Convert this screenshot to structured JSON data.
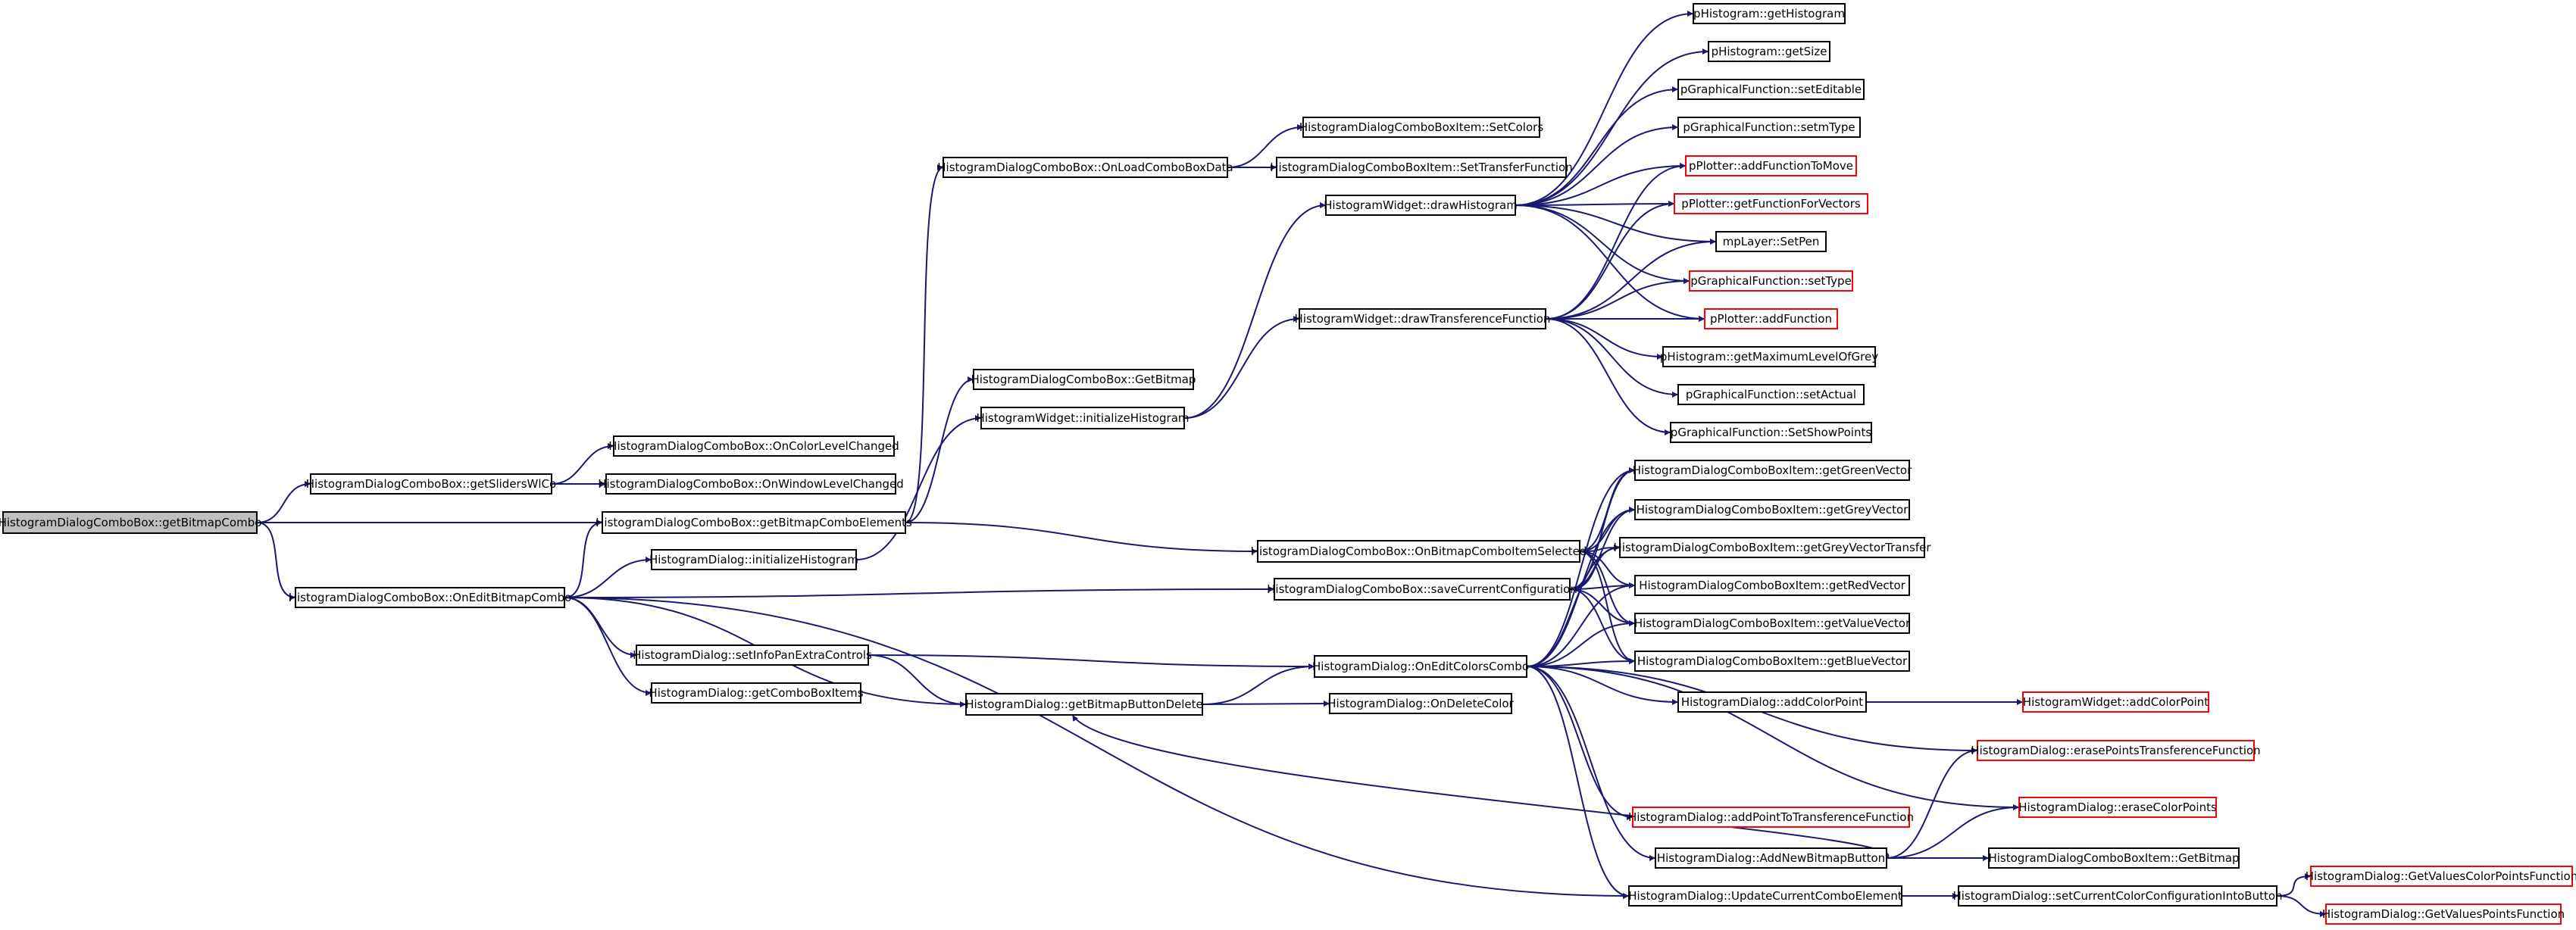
{
  "colors": {
    "edge": "#191970",
    "node_border": "#000000",
    "truncated_border": "#ff0000",
    "root_fill": "#bfbfbf"
  },
  "nodes": [
    {
      "id": "root",
      "label": "HistogramDialogComboBox::getBitmapCombo",
      "style": "root"
    },
    {
      "id": "slidersWlCo",
      "label": "HistogramDialogComboBox::getSlidersWlCo"
    },
    {
      "id": "onEditBitmapCombo",
      "label": "HistogramDialogComboBox::OnEditBitmapCombo"
    },
    {
      "id": "onColorLevelChanged",
      "label": "HistogramDialogComboBox::OnColorLevelChanged"
    },
    {
      "id": "onWindowLevelChanged",
      "label": "HistogramDialogComboBox::OnWindowLevelChanged"
    },
    {
      "id": "getBitmapComboElements",
      "label": "HistogramDialogComboBox::getBitmapComboElements"
    },
    {
      "id": "initializeHistogram",
      "label": "HistogramDialog::initializeHistogram"
    },
    {
      "id": "setInfoPanExtraControls",
      "label": "HistogramDialog::setInfoPanExtraControls"
    },
    {
      "id": "getComboBoxItems",
      "label": "HistogramDialog::getComboBoxItems"
    },
    {
      "id": "onLoadComboBoxData",
      "label": "HistogramDialogComboBox::OnLoadComboBoxData"
    },
    {
      "id": "cbGetBitmap",
      "label": "HistogramDialogComboBox::GetBitmap"
    },
    {
      "id": "hwInitializeHistogram",
      "label": "HistogramWidget::initializeHistogram"
    },
    {
      "id": "getBitmapButtonDelete",
      "label": "HistogramDialog::getBitmapButtonDelete"
    },
    {
      "id": "setColors",
      "label": "HistogramDialogComboBoxItem::SetColors"
    },
    {
      "id": "setTransferFunction",
      "label": "HistogramDialogComboBoxItem::SetTransferFunction"
    },
    {
      "id": "drawHistogram",
      "label": "HistogramWidget::drawHistogram"
    },
    {
      "id": "drawTransferenceFunction",
      "label": "HistogramWidget::drawTransferenceFunction"
    },
    {
      "id": "onBitmapComboItemSelected",
      "label": "HistogramDialogComboBox::OnBitmapComboItemSelected"
    },
    {
      "id": "saveCurrentConfiguration",
      "label": "HistogramDialogComboBox::saveCurrentConfiguration"
    },
    {
      "id": "onEditColorsCombo",
      "label": "HistogramDialog::OnEditColorsCombo"
    },
    {
      "id": "onDeleteColor",
      "label": "HistogramDialog::OnDeleteColor"
    },
    {
      "id": "getHistogram",
      "label": "pHistogram::getHistogram"
    },
    {
      "id": "getSize",
      "label": "pHistogram::getSize"
    },
    {
      "id": "setEditable",
      "label": "pGraphicalFunction::setEditable"
    },
    {
      "id": "setmType",
      "label": "pGraphicalFunction::setmType"
    },
    {
      "id": "addFunctionToMove",
      "label": "pPlotter::addFunctionToMove",
      "style": "red"
    },
    {
      "id": "getFunctionForVectors",
      "label": "pPlotter::getFunctionForVectors",
      "style": "red"
    },
    {
      "id": "setPen",
      "label": "mpLayer::SetPen"
    },
    {
      "id": "setType",
      "label": "pGraphicalFunction::setType",
      "style": "red"
    },
    {
      "id": "addFunction",
      "label": "pPlotter::addFunction",
      "style": "red"
    },
    {
      "id": "getMaximumLevelOfGrey",
      "label": "pHistogram::getMaximumLevelOfGrey"
    },
    {
      "id": "setActual",
      "label": "pGraphicalFunction::setActual"
    },
    {
      "id": "setShowPoints",
      "label": "pGraphicalFunction::SetShowPoints"
    },
    {
      "id": "getGreenVector",
      "label": "HistogramDialogComboBoxItem::getGreenVector"
    },
    {
      "id": "getGreyVector",
      "label": "HistogramDialogComboBoxItem::getGreyVector"
    },
    {
      "id": "getGreyVectorTransfer",
      "label": "HistogramDialogComboBoxItem::getGreyVectorTransfer"
    },
    {
      "id": "getRedVector",
      "label": "HistogramDialogComboBoxItem::getRedVector"
    },
    {
      "id": "getValueVector",
      "label": "HistogramDialogComboBoxItem::getValueVector"
    },
    {
      "id": "getBlueVector",
      "label": "HistogramDialogComboBoxItem::getBlueVector"
    },
    {
      "id": "addColorPoint",
      "label": "HistogramDialog::addColorPoint"
    },
    {
      "id": "hwAddColorPoint",
      "label": "HistogramWidget::addColorPoint",
      "style": "red"
    },
    {
      "id": "erasePointsTransferenceFunction",
      "label": "HistogramDialog::erasePointsTransferenceFunction",
      "style": "red"
    },
    {
      "id": "eraseColorPoints",
      "label": "HistogramDialog::eraseColorPoints",
      "style": "red"
    },
    {
      "id": "addPointToTransferenceFunction",
      "label": "HistogramDialog::addPointToTransferenceFunction",
      "style": "red"
    },
    {
      "id": "addNewBitmapButton",
      "label": "HistogramDialog::AddNewBitmapButton"
    },
    {
      "id": "itemGetBitmap",
      "label": "HistogramDialogComboBoxItem::GetBitmap"
    },
    {
      "id": "updateCurrentComboElement",
      "label": "HistogramDialog::UpdateCurrentComboElement"
    },
    {
      "id": "setCurrentColorConfigurationIntoButton",
      "label": "HistogramDialog::setCurrentColorConfigurationIntoButton"
    },
    {
      "id": "getValuesColorPointsFunction",
      "label": "HistogramDialog::GetValuesColorPointsFunction",
      "style": "red"
    },
    {
      "id": "getValuesPointsFunction",
      "label": "HistogramDialog::GetValuesPointsFunction",
      "style": "red"
    }
  ],
  "edges": [
    [
      "root",
      "slidersWlCo"
    ],
    [
      "root",
      "getBitmapComboElements"
    ],
    [
      "root",
      "onEditBitmapCombo"
    ],
    [
      "slidersWlCo",
      "onColorLevelChanged"
    ],
    [
      "slidersWlCo",
      "onWindowLevelChanged"
    ],
    [
      "getBitmapComboElements",
      "onLoadComboBoxData"
    ],
    [
      "getBitmapComboElements",
      "cbGetBitmap"
    ],
    [
      "getBitmapComboElements",
      "onBitmapComboItemSelected"
    ],
    [
      "onEditBitmapCombo",
      "getBitmapComboElements"
    ],
    [
      "onEditBitmapCombo",
      "initializeHistogram"
    ],
    [
      "onEditBitmapCombo",
      "setInfoPanExtraControls"
    ],
    [
      "onEditBitmapCombo",
      "getComboBoxItems"
    ],
    [
      "onEditBitmapCombo",
      "saveCurrentConfiguration"
    ],
    [
      "onEditBitmapCombo",
      "getBitmapButtonDelete"
    ],
    [
      "onEditBitmapCombo",
      "updateCurrentComboElement"
    ],
    [
      "initializeHistogram",
      "hwInitializeHistogram"
    ],
    [
      "setInfoPanExtraControls",
      "getBitmapButtonDelete"
    ],
    [
      "setInfoPanExtraControls",
      "onEditColorsCombo"
    ],
    [
      "onLoadComboBoxData",
      "setColors"
    ],
    [
      "onLoadComboBoxData",
      "setTransferFunction"
    ],
    [
      "hwInitializeHistogram",
      "drawHistogram"
    ],
    [
      "hwInitializeHistogram",
      "drawTransferenceFunction"
    ],
    [
      "getBitmapButtonDelete",
      "onEditColorsCombo"
    ],
    [
      "getBitmapButtonDelete",
      "onDeleteColor"
    ],
    [
      "drawHistogram",
      "getHistogram"
    ],
    [
      "drawHistogram",
      "getSize"
    ],
    [
      "drawHistogram",
      "setEditable"
    ],
    [
      "drawHistogram",
      "setmType"
    ],
    [
      "drawHistogram",
      "addFunctionToMove"
    ],
    [
      "drawHistogram",
      "getFunctionForVectors"
    ],
    [
      "drawHistogram",
      "setPen"
    ],
    [
      "drawHistogram",
      "setType"
    ],
    [
      "drawHistogram",
      "addFunction"
    ],
    [
      "drawTransferenceFunction",
      "addFunctionToMove"
    ],
    [
      "drawTransferenceFunction",
      "getFunctionForVectors"
    ],
    [
      "drawTransferenceFunction",
      "setPen"
    ],
    [
      "drawTransferenceFunction",
      "setType"
    ],
    [
      "drawTransferenceFunction",
      "addFunction"
    ],
    [
      "drawTransferenceFunction",
      "getMaximumLevelOfGrey"
    ],
    [
      "drawTransferenceFunction",
      "setActual"
    ],
    [
      "drawTransferenceFunction",
      "setShowPoints"
    ],
    [
      "onBitmapComboItemSelected",
      "getGreenVector"
    ],
    [
      "onBitmapComboItemSelected",
      "getGreyVector"
    ],
    [
      "onBitmapComboItemSelected",
      "getGreyVectorTransfer"
    ],
    [
      "onBitmapComboItemSelected",
      "getRedVector"
    ],
    [
      "onBitmapComboItemSelected",
      "getValueVector"
    ],
    [
      "onBitmapComboItemSelected",
      "getBlueVector"
    ],
    [
      "saveCurrentConfiguration",
      "getGreenVector"
    ],
    [
      "saveCurrentConfiguration",
      "getGreyVector"
    ],
    [
      "saveCurrentConfiguration",
      "getGreyVectorTransfer"
    ],
    [
      "saveCurrentConfiguration",
      "getRedVector"
    ],
    [
      "saveCurrentConfiguration",
      "getValueVector"
    ],
    [
      "saveCurrentConfiguration",
      "getBlueVector"
    ],
    [
      "onEditColorsCombo",
      "getGreenVector"
    ],
    [
      "onEditColorsCombo",
      "getGreyVector"
    ],
    [
      "onEditColorsCombo",
      "getGreyVectorTransfer"
    ],
    [
      "onEditColorsCombo",
      "getRedVector"
    ],
    [
      "onEditColorsCombo",
      "getValueVector"
    ],
    [
      "onEditColorsCombo",
      "getBlueVector"
    ],
    [
      "onEditColorsCombo",
      "addColorPoint"
    ],
    [
      "onEditColorsCombo",
      "erasePointsTransferenceFunction"
    ],
    [
      "onEditColorsCombo",
      "eraseColorPoints"
    ],
    [
      "onEditColorsCombo",
      "addPointToTransferenceFunction"
    ],
    [
      "onEditColorsCombo",
      "addNewBitmapButton"
    ],
    [
      "onEditColorsCombo",
      "updateCurrentComboElement"
    ],
    [
      "addColorPoint",
      "hwAddColorPoint"
    ],
    [
      "addNewBitmapButton",
      "getBitmapButtonDelete"
    ],
    [
      "addNewBitmapButton",
      "erasePointsTransferenceFunction"
    ],
    [
      "addNewBitmapButton",
      "eraseColorPoints"
    ],
    [
      "addNewBitmapButton",
      "itemGetBitmap"
    ],
    [
      "updateCurrentComboElement",
      "setCurrentColorConfigurationIntoButton"
    ],
    [
      "setCurrentColorConfigurationIntoButton",
      "getValuesColorPointsFunction"
    ],
    [
      "setCurrentColorConfigurationIntoButton",
      "getValuesPointsFunction"
    ]
  ]
}
